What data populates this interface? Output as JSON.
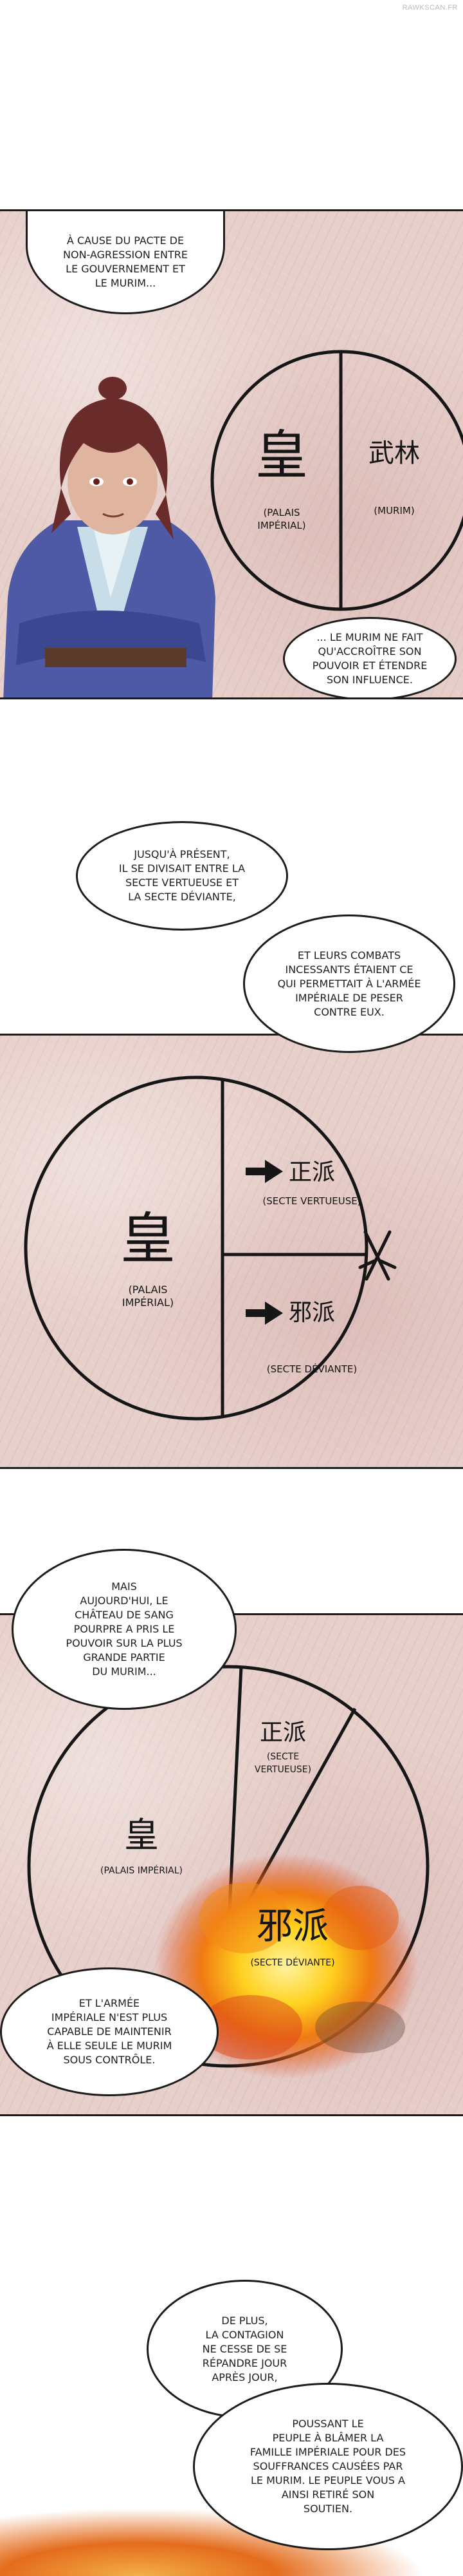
{
  "watermark": "RAWKSCAN.FR",
  "panel1": {
    "bubble_top": "À CAUSE DU PACTE DE\nNON-AGRESSION ENTRE\nLE GOUVERNEMENT ET\nLE MURIM...",
    "bubble_bottom": "... LE MURIM NE FAIT\nQU'ACCROÎTRE SON\nPOUVOIR ET ÉTENDRE\nSON INFLUENCE.",
    "left_kanji": "皇",
    "left_caption": "(PALAIS\nIMPÉRIAL)",
    "right_kanji": "武林",
    "right_caption": "(MURIM)"
  },
  "interlude": {
    "bubble_a": "JUSQU'À PRÉSENT,\nIL SE DIVISAIT ENTRE LA\nSECTE VERTUEUSE ET\nLA SECTE DÉVIANTE,",
    "bubble_b": "ET LEURS COMBATS\nINCESSANTS ÉTAIENT CE\nQUI PERMETTAIT À L'ARMÉE\nIMPÉRIALE DE PESER\nCONTRE EUX."
  },
  "panel2": {
    "left_kanji": "皇",
    "left_caption": "(PALAIS\nIMPÉRIAL)",
    "top_kanji": "正派",
    "top_caption": "(SECTE VERTUEUSE)",
    "bottom_kanji": "邪派",
    "bottom_caption": "(SECTE DÉVIANTE)"
  },
  "panel3": {
    "bubble_top": "MAIS\nAUJOURD'HUI, LE\nCHÂTEAU DE SANG\nPOURPRE A PRIS LE\nPOUVOIR SUR LA PLUS\nGRANDE PARTIE\nDU MURIM...",
    "bubble_bottom": "ET L'ARMÉE\nIMPÉRIALE N'EST PLUS\nCAPABLE DE MAINTENIR\nÀ ELLE SEULE LE MURIM\nSOUS CONTRÔLE.",
    "left_kanji": "皇",
    "left_caption": "(PALAIS IMPÉRIAL)",
    "top_kanji": "正派",
    "top_caption": "(SECTE\nVERTUEUSE)",
    "fire_kanji": "邪派",
    "fire_caption": "(SECTE DÉVIANTE)"
  },
  "panel4": {
    "bubble_a": "DE PLUS,\nLA CONTAGION\nNE CESSE DE SE\nRÉPANDRE JOUR\nAPRÈS JOUR,",
    "bubble_b": "POUSSANT LE\nPEUPLE À BLÂMER LA\nFAMILLE IMPÉRIALE POUR DES\nSOUFFRANCES CAUSÉES PAR\nLE MURIM. LE PEUPLE VOUS A\nAINSI RETIRÉ SON\nSOUTIEN."
  }
}
